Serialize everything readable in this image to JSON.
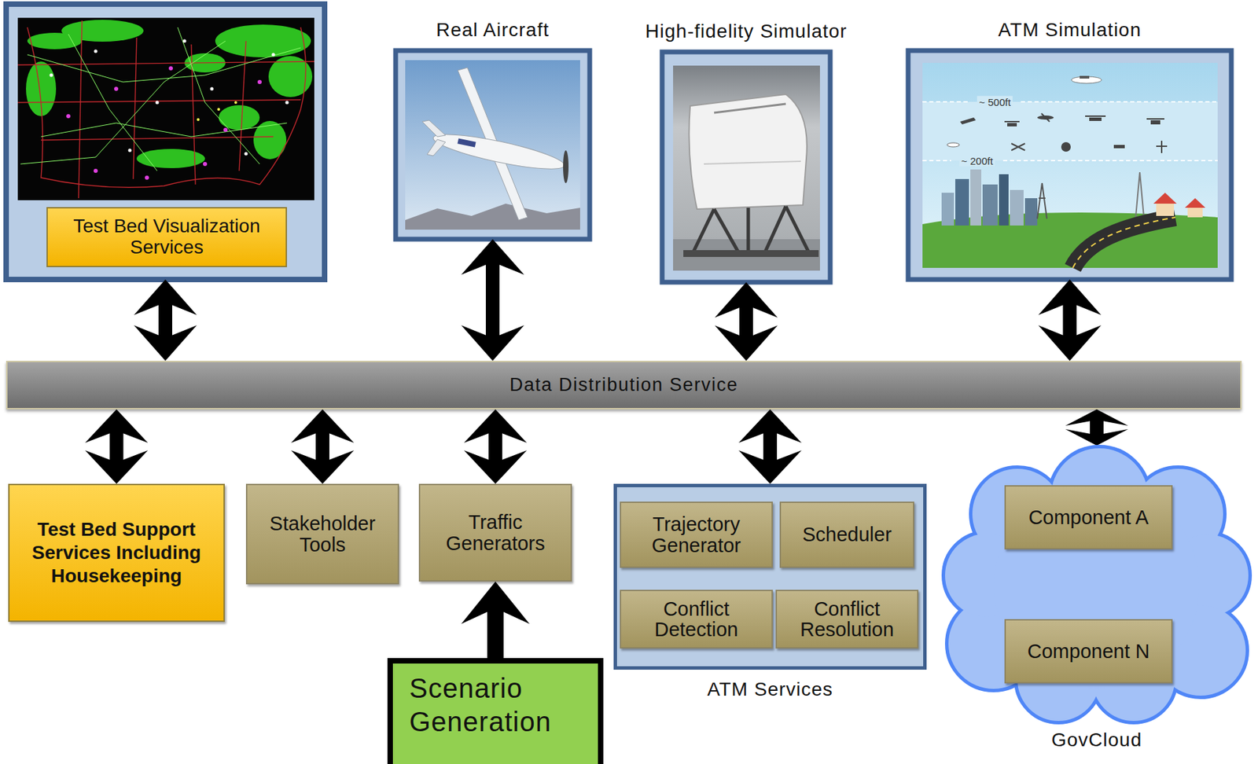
{
  "diagram": {
    "nodes": [
      {
        "text": [
          "Test Bed Visualization Services"
        ]
      },
      {
        "text": [
          "Real Aircraft"
        ]
      },
      {
        "text": [
          "High-fidelity Simulator"
        ]
      },
      {
        "text": [
          "ATM Simulation"
        ]
      },
      {
        "text": [
          "Data Distribution Service"
        ]
      },
      {
        "text": [
          "Test Bed Support Services Including Housekeeping"
        ]
      },
      {
        "text": [
          "Stakeholder Tools"
        ]
      },
      {
        "text": [
          "Traffic Generators"
        ]
      },
      {
        "text": [
          "ATM Services"
        ]
      },
      {
        "text": [
          "Trajectory Generator"
        ],
        "in": 8
      },
      {
        "text": [
          "Scheduler"
        ],
        "in": 8
      },
      {
        "text": [
          "Conflict Detection"
        ],
        "in": 8
      },
      {
        "text": [
          "Conflict Resolution"
        ],
        "in": 8
      },
      {
        "text": [
          "GovCloud"
        ]
      },
      {
        "text": [
          "Component A"
        ],
        "in": 13
      },
      {
        "text": [
          "Component N"
        ],
        "in": 13
      },
      {
        "text": [
          "Scenario Generation"
        ]
      }
    ],
    "edges": [
      {
        "from": 0,
        "to": 4,
        "arrow": "both"
      },
      {
        "from": 1,
        "to": 4,
        "arrow": "both"
      },
      {
        "from": 2,
        "to": 4,
        "arrow": "both"
      },
      {
        "from": 3,
        "to": 4,
        "arrow": "both"
      },
      {
        "from": 4,
        "to": 5,
        "arrow": "both"
      },
      {
        "from": 4,
        "to": 6,
        "arrow": "both"
      },
      {
        "from": 4,
        "to": 7,
        "arrow": "both"
      },
      {
        "from": 4,
        "to": 8,
        "arrow": "both"
      },
      {
        "from": 4,
        "to": 13,
        "arrow": "both"
      },
      {
        "from": 16,
        "to": 7,
        "arrow": "to"
      }
    ],
    "labels": [
      "~ 500ft",
      "~ 200ft"
    ]
  }
}
